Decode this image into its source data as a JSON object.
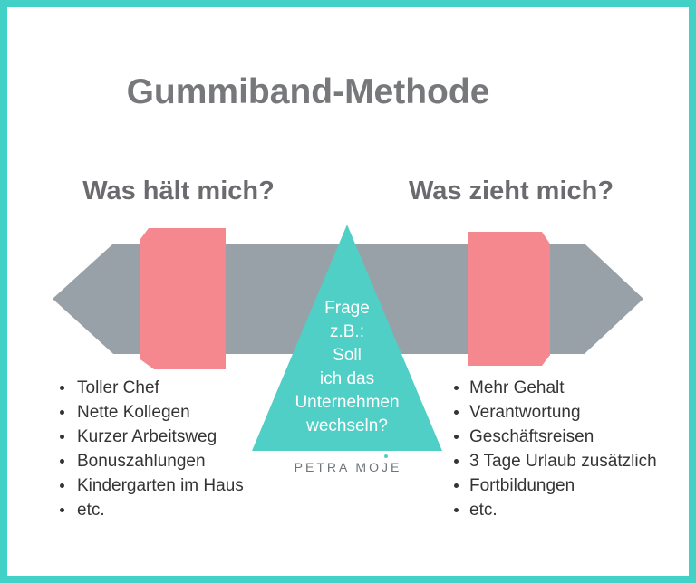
{
  "title": "Gummiband-Methode",
  "left_section": {
    "heading": "Was hält mich?",
    "items": [
      "Toller Chef",
      "Nette Kollegen",
      "Kurzer Arbeitsweg",
      "Bonuszahlungen",
      "Kindergarten im Haus",
      "etc."
    ]
  },
  "right_section": {
    "heading": "Was zieht mich?",
    "items": [
      "Mehr Gehalt",
      "Verantwortung",
      "Geschäftsreisen",
      "3 Tage Urlaub zusätzlich",
      "Fortbildungen",
      "etc."
    ]
  },
  "triangle": {
    "lines": [
      "Frage",
      "z.B.:",
      "Soll",
      "ich das",
      "Unternehmen",
      "wechseln?"
    ]
  },
  "brand": {
    "pre": "PETRA MO",
    "j": "J",
    "post": "E"
  },
  "colors": {
    "teal_border": "#41D1C6",
    "teal_triangle": "#4FCFC6",
    "pink": "#F5888E",
    "gray_arrow": "#99A1A8",
    "title_gray": "#77787B",
    "heading_gray": "#6A6B6E",
    "text_dark": "#333436",
    "logo_gray": "#6E7479"
  }
}
